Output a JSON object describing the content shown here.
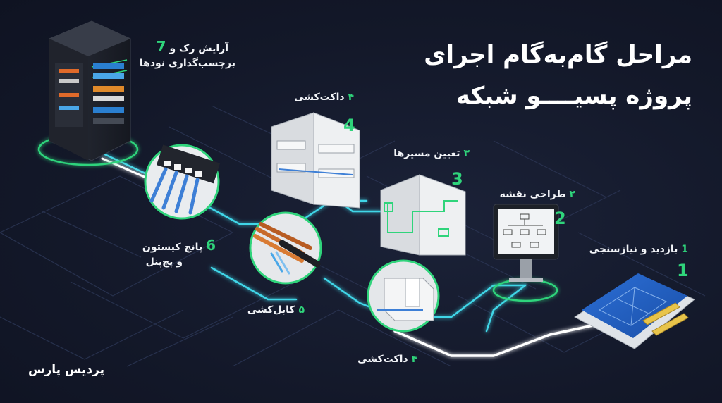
{
  "title": {
    "line1": "مراحل گام‌به‌گام اجرای",
    "line2": "پروژه پسیــــو شبکه"
  },
  "steps": [
    {
      "label": "بازدید و نیازسنجی",
      "label_num": "1",
      "big_num": "1"
    },
    {
      "label": "طراحی نقشه",
      "label_num": "۲",
      "big_num": "2"
    },
    {
      "label": "تعیین مسیرها",
      "label_num": "۳",
      "big_num": "3"
    },
    {
      "label": "داکت‌کشی",
      "label_num": "۴",
      "big_num": "4"
    },
    {
      "label": "داکت‌کشی",
      "label_num": "۴"
    },
    {
      "label": "کابل‌کشی",
      "label_num": "۵"
    },
    {
      "label_line1": "پانچ کیستون",
      "label_line2": "و پچ‌پنل",
      "label_num": "6"
    },
    {
      "label_line1": "آرایش رک و",
      "label_line2": "برچسب‌گذاری نودها",
      "label_num": "7"
    }
  ],
  "brand": "پردیس پارس",
  "colors": {
    "background": "#14192b",
    "accent_green": "#2fd47b",
    "path_cyan": "#3fd6e8",
    "path_white": "#ffffff"
  }
}
